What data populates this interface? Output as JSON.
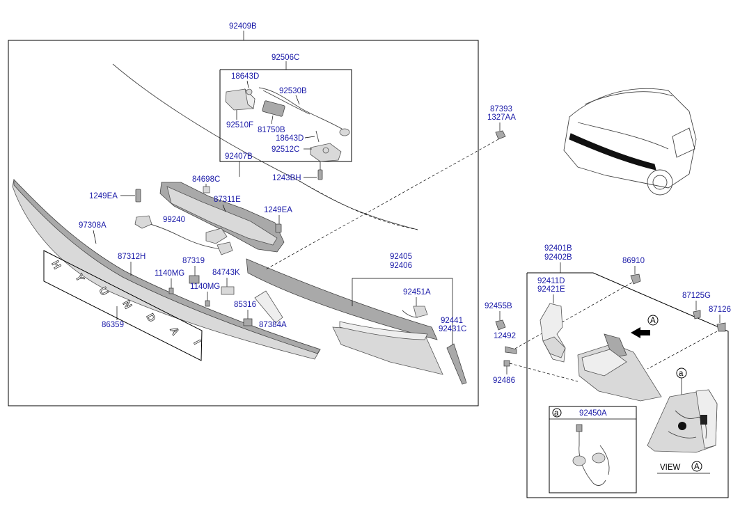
{
  "labels": {
    "l92409B": "92409B",
    "l92506C": "92506C",
    "l18643D_a": "18643D",
    "l92530B": "92530B",
    "l92510F": "92510F",
    "l81750B": "81750B",
    "l18643D_b": "18643D",
    "l92512C": "92512C",
    "l1243BH": "1243BH",
    "l92407B": "92407B",
    "l84698C": "84698C",
    "l87311E": "87311E",
    "l1249EA_a": "1249EA",
    "l1249EA_b": "1249EA",
    "l97308A": "97308A",
    "l99240": "99240",
    "l87312H": "87312H",
    "l87319": "87319",
    "l1140MG_a": "1140MG",
    "l84743K": "84743K",
    "l1140MG_b": "1140MG",
    "l85316": "85316",
    "l87384A": "87384A",
    "l86359": "86359",
    "l92405": "92405",
    "l92406": "92406",
    "l92451A": "92451A",
    "l92441": "92441",
    "l92431C": "92431C",
    "l87393": "87393",
    "l1327AA": "1327AA",
    "l92401B": "92401B",
    "l92402B": "92402B",
    "l86910": "86910",
    "l92411D": "92411D",
    "l92421E": "92421E",
    "l87125G": "87125G",
    "l87126": "87126",
    "l92455B": "92455B",
    "l12492": "12492",
    "l92486": "92486",
    "l92450A": "92450A",
    "view": "VIEW",
    "circle_a": "a",
    "circle_A": "A"
  },
  "emblem_letters": [
    "H",
    "Y",
    "U",
    "N",
    "D",
    "A",
    "I"
  ],
  "colors": {
    "label_blue": "#1a1aa8",
    "part_gray": "#d9d9d9",
    "line": "#000000"
  }
}
